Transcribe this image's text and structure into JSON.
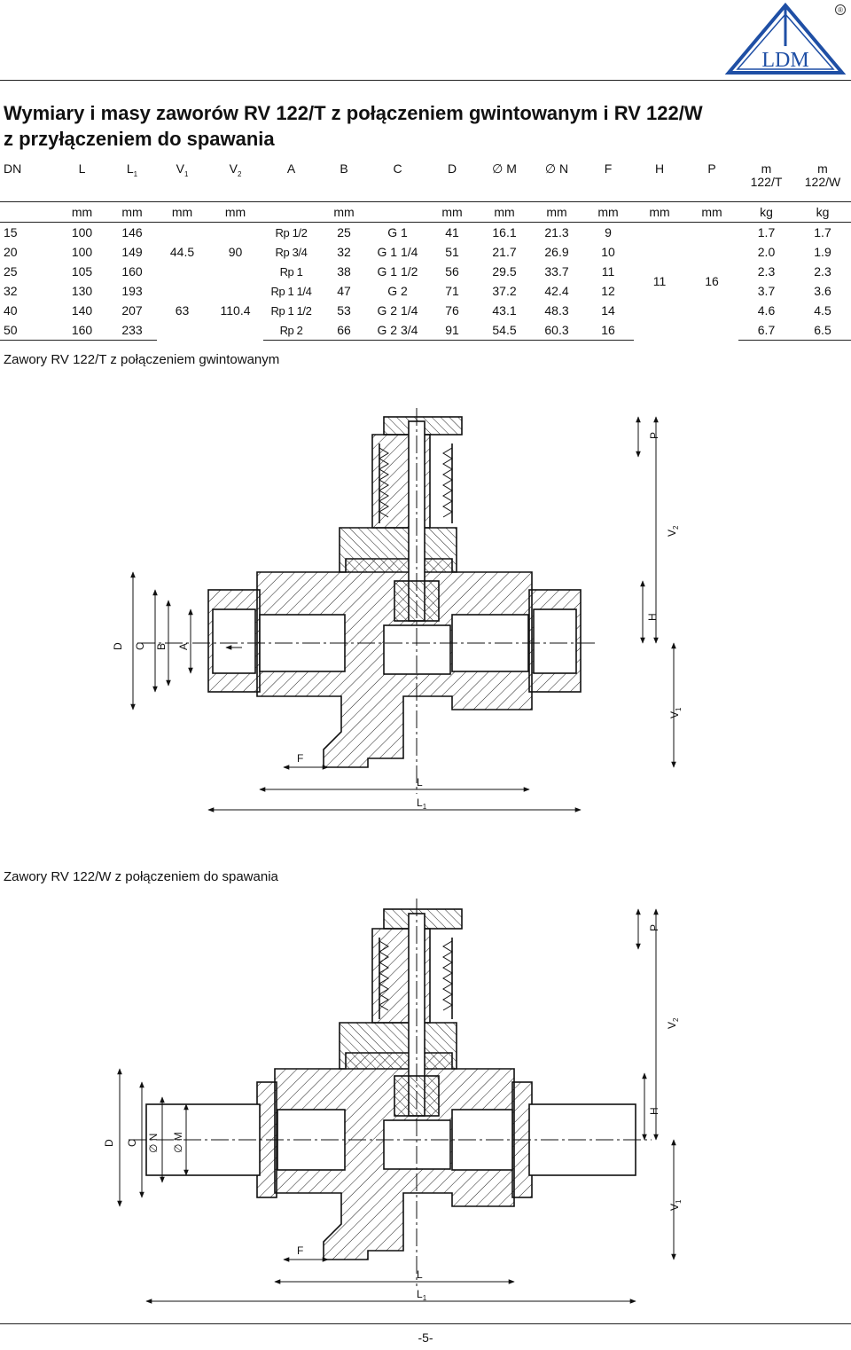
{
  "brand": {
    "logo_text": "LDM",
    "registered_mark": "®",
    "color": "#1f4fa5"
  },
  "title": {
    "line1": "Wymiary i masy zaworów RV 122/T z połączeniem gwintowanym i RV 122/W",
    "line2": "z przyłączeniem do spawania"
  },
  "table": {
    "headers": {
      "dn": "DN",
      "l": "L",
      "l1": "L",
      "l1_sub": "1",
      "v1": "V",
      "v1_sub": "1",
      "v2": "V",
      "v2_sub": "2",
      "a": "A",
      "b": "B",
      "c": "C",
      "d": "D",
      "m": "∅ M",
      "n": "∅ N",
      "f": "F",
      "h": "H",
      "p": "P",
      "mass_t": "m",
      "mass_t_sub": "122/T",
      "mass_w": "m",
      "mass_w_sub": "122/W"
    },
    "units": {
      "l": "mm",
      "l1": "mm",
      "v1": "mm",
      "v2": "mm",
      "b": "mm",
      "d": "mm",
      "m": "mm",
      "n": "mm",
      "f": "mm",
      "h": "mm",
      "p": "mm",
      "mass_t": "kg",
      "mass_w": "kg"
    },
    "rows": [
      {
        "dn": "15",
        "l": "100",
        "l1": "146",
        "a": "Rp 1/2",
        "b": "25",
        "c": "G 1",
        "d": "41",
        "m": "16.1",
        "n": "21.3",
        "f": "9",
        "mass_t": "1.7",
        "mass_w": "1.7"
      },
      {
        "dn": "20",
        "l": "100",
        "l1": "149",
        "a": "Rp 3/4",
        "b": "32",
        "c": "G 1 1/4",
        "d": "51",
        "m": "21.7",
        "n": "26.9",
        "f": "10",
        "mass_t": "2.0",
        "mass_w": "1.9"
      },
      {
        "dn": "25",
        "l": "105",
        "l1": "160",
        "a": "Rp 1",
        "b": "38",
        "c": "G 1 1/2",
        "d": "56",
        "m": "29.5",
        "n": "33.7",
        "f": "11",
        "mass_t": "2.3",
        "mass_w": "2.3"
      },
      {
        "dn": "32",
        "l": "130",
        "l1": "193",
        "a": "Rp 1 1/4",
        "b": "47",
        "c": "G 2",
        "d": "71",
        "m": "37.2",
        "n": "42.4",
        "f": "12",
        "mass_t": "3.7",
        "mass_w": "3.6"
      },
      {
        "dn": "40",
        "l": "140",
        "l1": "207",
        "a": "Rp 1 1/2",
        "b": "53",
        "c": "G 2 1/4",
        "d": "76",
        "m": "43.1",
        "n": "48.3",
        "f": "14",
        "mass_t": "4.6",
        "mass_w": "4.5"
      },
      {
        "dn": "50",
        "l": "160",
        "l1": "233",
        "a": "Rp 2",
        "b": "66",
        "c": "G 2 3/4",
        "d": "91",
        "m": "54.5",
        "n": "60.3",
        "f": "16",
        "mass_t": "6.7",
        "mass_w": "6.5"
      }
    ],
    "merged": {
      "v1_a": "44.5",
      "v2_a": "90",
      "v1_b": "63",
      "v2_b": "110.4",
      "h": "11",
      "p": "16"
    }
  },
  "sections": {
    "threaded_caption": "Zawory RV 122/T z połączeniem gwintowanym",
    "welded_caption": "Zawory RV 122/W z połączeniem do spawania"
  },
  "drawing_labels": {
    "d": "D",
    "c": "C",
    "b": "B",
    "a": "A",
    "n": "∅ N",
    "m": "∅ M",
    "f": "F",
    "l": "L",
    "l1": "L",
    "l1_sub": "1",
    "p": "P",
    "v2": "V",
    "v2_sub": "2",
    "h": "H",
    "v1": "V",
    "v1_sub": "1"
  },
  "footer": {
    "page": "-5-"
  }
}
